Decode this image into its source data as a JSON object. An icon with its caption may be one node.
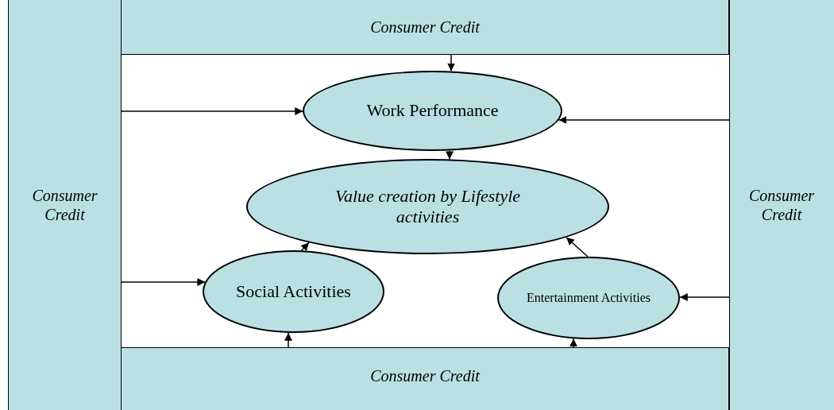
{
  "diagram": {
    "nodes": [
      {
        "text": [
          "Consumer Credit"
        ]
      },
      {
        "text": [
          "Consumer Credit"
        ]
      },
      {
        "text": [
          "Consumer Credit"
        ]
      },
      {
        "text": [
          "Consumer Credit"
        ]
      },
      {
        "text": [
          "Work Performance"
        ]
      },
      {
        "text": [
          "Value creation by Lifestyle activities"
        ]
      },
      {
        "text": [
          "Social Activities"
        ]
      },
      {
        "text": [
          "Entertainment Activities"
        ]
      }
    ],
    "edges": [
      {
        "from": 0,
        "to": 4,
        "arrow": "to"
      },
      {
        "from": 1,
        "to": 4,
        "arrow": "to"
      },
      {
        "from": 2,
        "to": 4,
        "arrow": "to"
      },
      {
        "from": 4,
        "to": 5,
        "arrow": "to"
      },
      {
        "from": 1,
        "to": 6,
        "arrow": "to"
      },
      {
        "from": 6,
        "to": 5,
        "arrow": "to"
      },
      {
        "from": 7,
        "to": 5,
        "arrow": "to"
      },
      {
        "from": 2,
        "to": 7,
        "arrow": "to"
      },
      {
        "from": 3,
        "to": 6,
        "arrow": "to"
      },
      {
        "from": 3,
        "to": 7,
        "arrow": "to"
      }
    ]
  }
}
